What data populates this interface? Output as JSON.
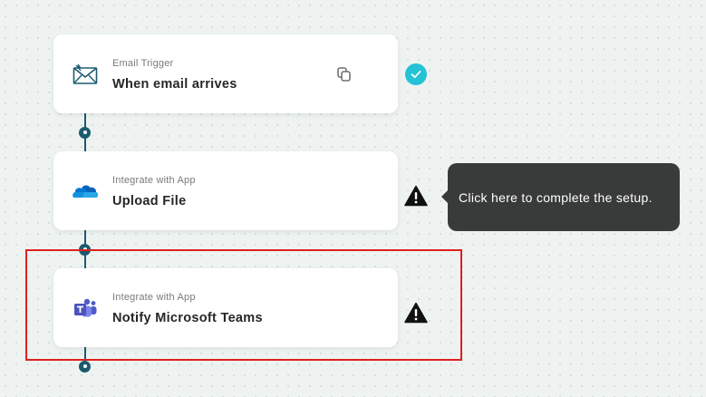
{
  "flow": {
    "steps": [
      {
        "category": "Email Trigger",
        "title": "When email arrives",
        "icon": "email-icon",
        "status": "complete"
      },
      {
        "category": "Integrate with App",
        "title": "Upload File",
        "icon": "onedrive-icon",
        "status": "warning"
      },
      {
        "category": "Integrate with App",
        "title": "Notify Microsoft Teams",
        "icon": "microsoft-teams-icon",
        "status": "warning",
        "highlighted": true
      }
    ]
  },
  "tooltip": {
    "text": "Click here to complete the setup."
  },
  "colors": {
    "connector": "#1c5a6e",
    "check": "#25c2d6",
    "highlight": "#e02020",
    "tooltip_bg": "#393b3a"
  }
}
